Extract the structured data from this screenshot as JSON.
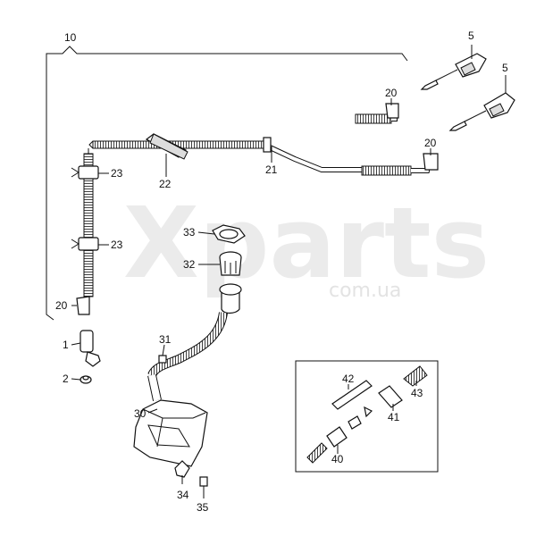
{
  "watermark": {
    "brand": "Xparts",
    "domain": "com.ua"
  },
  "callouts": {
    "c10": "10",
    "c5a": "5",
    "c5b": "5",
    "c20a": "20",
    "c20b": "20",
    "c20c": "20",
    "c21": "21",
    "c22": "22",
    "c23a": "23",
    "c23b": "23",
    "c33": "33",
    "c32": "32",
    "c31": "31",
    "c30": "30",
    "c1": "1",
    "c2": "2",
    "c34": "34",
    "c35": "35",
    "c42": "42",
    "c43": "43",
    "c41": "41",
    "c40": "40"
  }
}
